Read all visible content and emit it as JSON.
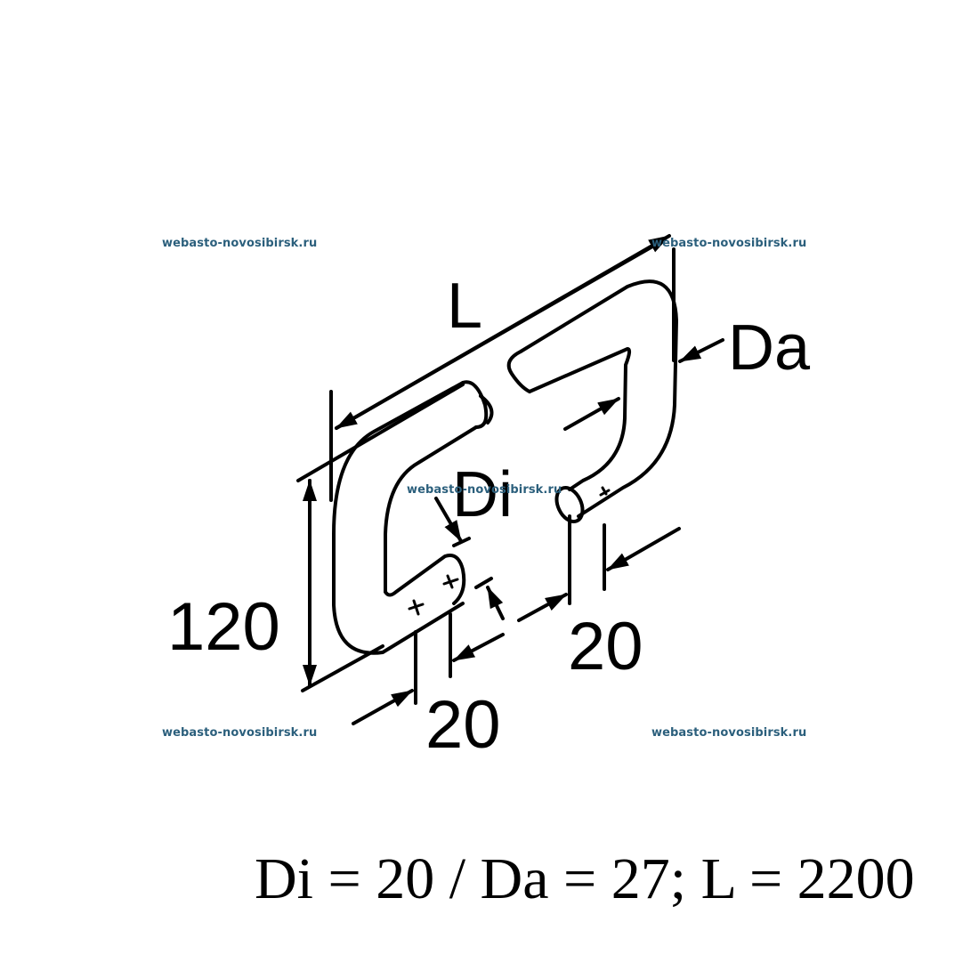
{
  "diagram": {
    "subject": "double-U bent pipe (exhaust/heater hose) with dimension callouts",
    "labels": {
      "length": "L",
      "outer_diameter": "Da",
      "inner_diameter": "Di",
      "height": "120",
      "end_offset_left": "20",
      "end_offset_right": "20"
    },
    "colors": {
      "line": "#000000",
      "watermark": "#2b5f7c",
      "background": "#ffffff"
    }
  },
  "watermarks": [
    {
      "text": "webasto-novosibirsk.ru",
      "position": "top-left"
    },
    {
      "text": "webasto-novosibirsk.ru",
      "position": "top-right"
    },
    {
      "text": "webasto-novosibirsk.ru",
      "position": "center"
    },
    {
      "text": "webasto-novosibirsk.ru",
      "position": "bottom-left"
    },
    {
      "text": "webasto-novosibirsk.ru",
      "position": "bottom-right"
    }
  ],
  "spec": {
    "formula": "Di = 20 / Da = 27; L = 2200"
  }
}
